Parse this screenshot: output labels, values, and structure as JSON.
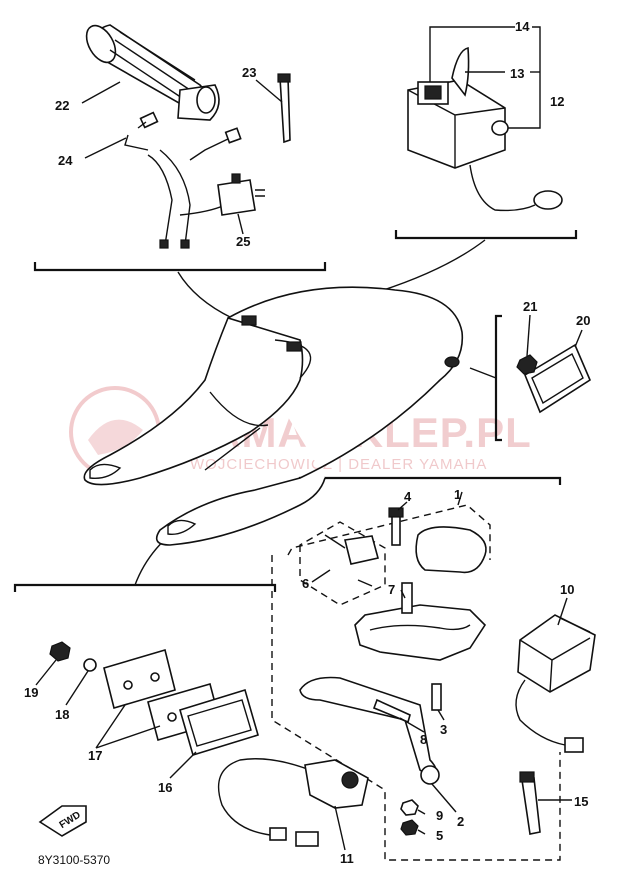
{
  "diagram": {
    "catalog_code": "8Y3100-5370",
    "fwd_label": "FWD",
    "watermark": {
      "brand": "YAMA-SKLEP.PL",
      "subtitle": "WOJCIECHOWICZ | DEALER YAMAHA"
    },
    "callouts": [
      "1",
      "2",
      "3",
      "4",
      "5",
      "6",
      "7",
      "8",
      "9",
      "10",
      "11",
      "12",
      "13",
      "14",
      "15",
      "16",
      "17",
      "18",
      "19",
      "20",
      "21",
      "22",
      "23",
      "24",
      "25"
    ]
  }
}
